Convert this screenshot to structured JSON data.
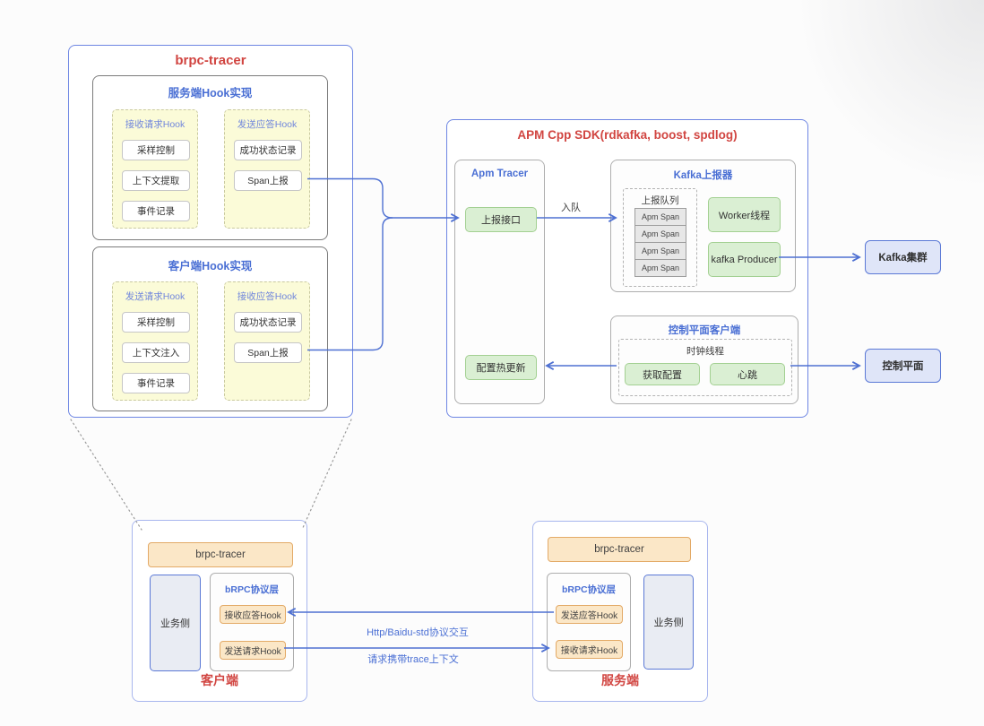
{
  "colors": {
    "accent_red": "#d14541",
    "accent_blue": "#4a6fd4",
    "line_blue": "#4e70d2",
    "green_fill": "#daefd3",
    "yellow_fill": "#fbfbd8",
    "orange_fill": "#fbe7c7",
    "lavender_fill": "#dfe5f8"
  },
  "tracer_overview": {
    "title": "brpc-tracer",
    "server_hooks": {
      "title": "服务端Hook实现",
      "groups": [
        {
          "title": "接收请求Hook",
          "items": [
            "采样控制",
            "上下文提取",
            "事件记录"
          ]
        },
        {
          "title": "发送应答Hook",
          "items": [
            "成功状态记录",
            "Span上报"
          ]
        }
      ]
    },
    "client_hooks": {
      "title": "客户端Hook实现",
      "groups": [
        {
          "title": "发送请求Hook",
          "items": [
            "采样控制",
            "上下文注入",
            "事件记录"
          ]
        },
        {
          "title": "接收应答Hook",
          "items": [
            "成功状态记录",
            "Span上报"
          ]
        }
      ]
    }
  },
  "sdk": {
    "title": "APM Cpp SDK(rdkafka, boost, spdlog)",
    "enqueue_label": "入队",
    "apm_tracer": {
      "title": "Apm Tracer",
      "report_api": "上报接口",
      "config_hot_update": "配置热更新"
    },
    "kafka_reporter": {
      "title": "Kafka上报器",
      "queue": {
        "title": "上报队列",
        "spans": [
          "Apm Span",
          "Apm Span",
          "Apm Span",
          "Apm Span"
        ]
      },
      "worker_thread": "Worker线程",
      "kafka_producer": "kafka Producer"
    },
    "control_plane_client": {
      "title": "控制平面客户端",
      "clock_thread": {
        "title": "时钟线程",
        "fetch_config": "获取配置",
        "heartbeat": "心跳"
      }
    }
  },
  "external": {
    "kafka_cluster": "Kafka集群",
    "control_plane": "控制平面"
  },
  "client_node": {
    "tracer": "brpc-tracer",
    "business": "业务侧",
    "protocol": {
      "title": "bRPC协议层",
      "hooks": [
        "接收应答Hook",
        "发送请求Hook"
      ]
    },
    "label": "客户端"
  },
  "server_node": {
    "tracer": "brpc-tracer",
    "business": "业务侧",
    "protocol": {
      "title": "bRPC协议层",
      "hooks": [
        "发送应答Hook",
        "接收请求Hook"
      ]
    },
    "label": "服务端"
  },
  "links": {
    "http_label": "Http/Baidu-std协议交互",
    "trace_label": "请求携带trace上下文"
  }
}
